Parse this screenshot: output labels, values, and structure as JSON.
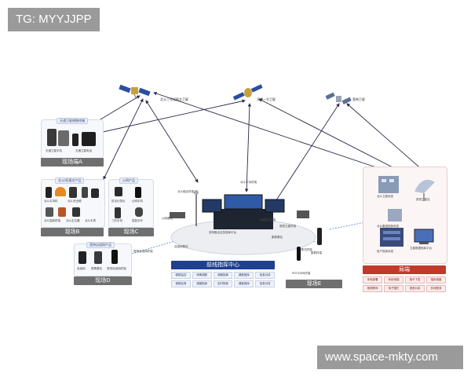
{
  "watermarks": {
    "top_left": "TG: MYYJJPP",
    "bottom_right": "www.space-mkty.com"
  },
  "satellites": [
    {
      "label": "北斗三号短报文卫星"
    },
    {
      "label": "天通一号卫星"
    },
    {
      "label": "宽带卫星"
    }
  ],
  "site_a": {
    "panel_title": "天通卫星便携终端",
    "label": "现场端A",
    "devices": [
      "天通卫星手机",
      "天通卫星电话"
    ]
  },
  "site_b": {
    "panel_title": "北斗/短报文产品",
    "label": "现场B",
    "devices": [
      "北斗手持机",
      "北斗安全帽",
      "北斗智能终端",
      "北斗定位器",
      "北斗手表"
    ]
  },
  "site_c": {
    "panel_title": "公网产品",
    "label": "现场C",
    "devices": [
      "执法记录仪",
      "公网手机",
      "三防手机",
      "智能手环"
    ]
  },
  "site_d": {
    "panel_title": "宽带自组网产品",
    "label": "现场D",
    "devices": [
      "自组网",
      "便携基站",
      "宽带自组网终端"
    ]
  },
  "site_e": {
    "label": "现场E",
    "devices": [
      "PDT/DMR终端",
      "集群终端"
    ]
  },
  "center": {
    "title": "前线指挥中心",
    "vehicle_label": "多网融合应急指挥平台",
    "buttons": [
      "视频监控",
      "特情调配",
      "调度指挥",
      "调度指挥",
      "信息对讲",
      "视频会商",
      "调度指挥",
      "实时指挥",
      "调度指挥",
      "信息对讲"
    ],
    "small_labels": [
      "北斗融合终端",
      "北斗手持终端",
      "公网基站",
      "天通融合终端",
      "宽带卫星终端",
      "自组网基站",
      "集群基站",
      "宽带自组网终端",
      "便携式终端"
    ]
  },
  "bureau": {
    "title": "局端",
    "labels": [
      "北斗卫星系统",
      "宽带卫星站",
      "北斗集团指挥系统",
      "用户指挥系统",
      "卫星数据指挥平台"
    ],
    "buttons": [
      "本地部署",
      "系统地图",
      "指令下发",
      "指挥调度",
      "视频联网",
      "电子围栏",
      "语音对讲",
      "多线登录"
    ]
  }
}
